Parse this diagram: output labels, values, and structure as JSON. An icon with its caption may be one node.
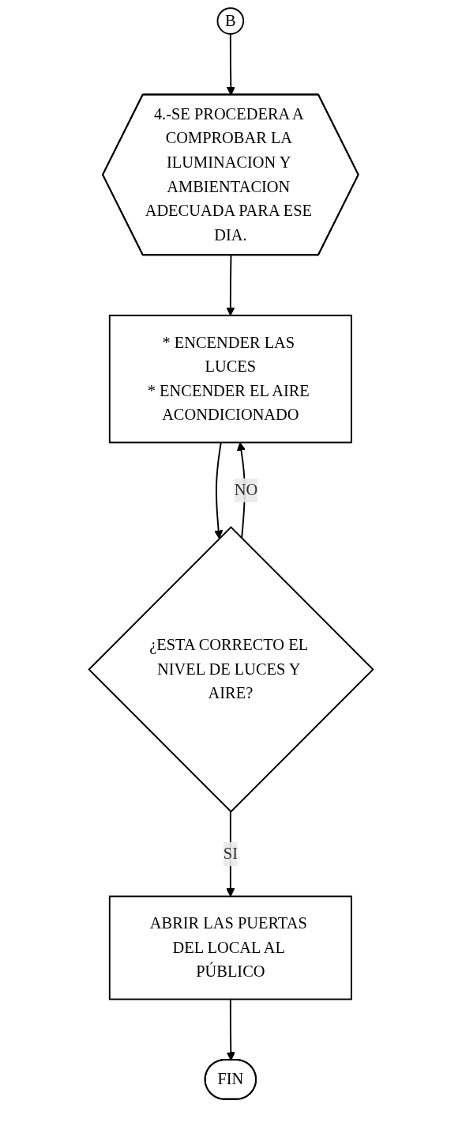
{
  "diagram": {
    "nodes": [
      {
        "text": [
          "B"
        ]
      },
      {
        "text": [
          "4.-SE PROCEDERA A COMPROBAR LA ILUMINACION Y AMBIENTACION ADECUADA PARA ESE DIA."
        ]
      },
      {
        "text": [
          "* ENCENDER LAS LUCES",
          "* ENCENDER EL AIRE ACONDICIONADO"
        ]
      },
      {
        "text": [
          "¿ESTA CORRECTO EL NIVEL DE LUCES Y AIRE?"
        ]
      },
      {
        "text": [
          "ABRIR LAS PUERTAS DEL LOCAL AL PÚBLICO"
        ]
      },
      {
        "text": [
          "FIN"
        ]
      }
    ],
    "edges": [
      {
        "from": 0,
        "to": 1,
        "arrow": "to"
      },
      {
        "from": 1,
        "to": 2,
        "arrow": "to"
      },
      {
        "from": 2,
        "to": 3,
        "arrow": "to"
      },
      {
        "from": 3,
        "to": 2,
        "label": "NO",
        "arrow": "to"
      },
      {
        "from": 3,
        "to": 4,
        "label": "SI",
        "arrow": "to"
      },
      {
        "from": 4,
        "to": 5,
        "arrow": "to"
      }
    ]
  }
}
